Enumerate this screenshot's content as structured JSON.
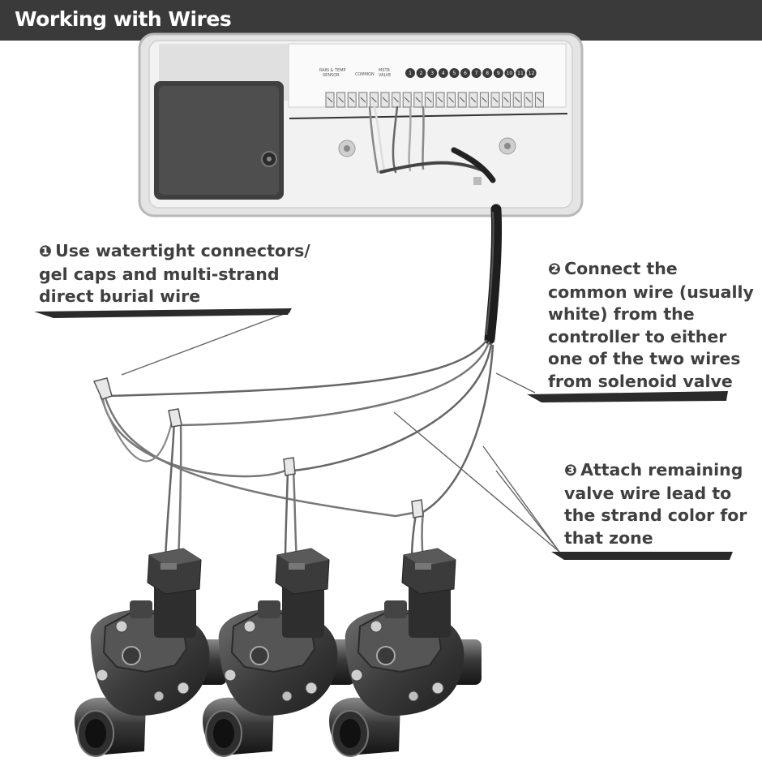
{
  "header": {
    "title": "Working with Wires"
  },
  "controller": {
    "terminal_labels": {
      "rain_temp": "RAIN & TEMP\nSENSOR",
      "common": "COMMON",
      "master": "MSTR\nVALVE",
      "zones": [
        "1",
        "2",
        "3",
        "4",
        "5",
        "6",
        "7",
        "8",
        "9",
        "10",
        "11",
        "12"
      ]
    }
  },
  "callouts": [
    {
      "number": "❶",
      "lines": [
        "Use watertight connectors/",
        "gel caps and multi-strand",
        "direct burial wire"
      ]
    },
    {
      "number": "❷",
      "lines": [
        "Connect the",
        "common wire (usually",
        "white) from the",
        "controller to either",
        "one of the two wires",
        "from solenoid valve"
      ]
    },
    {
      "number": "❸",
      "lines": [
        "Attach remaining",
        "valve wire lead to",
        "the strand color for",
        "that zone"
      ]
    }
  ],
  "colors": {
    "header_bg": "#3a3a3a",
    "header_text": "#ffffff",
    "callout_text": "#404040",
    "accent_bar": "#2b2b2b"
  }
}
